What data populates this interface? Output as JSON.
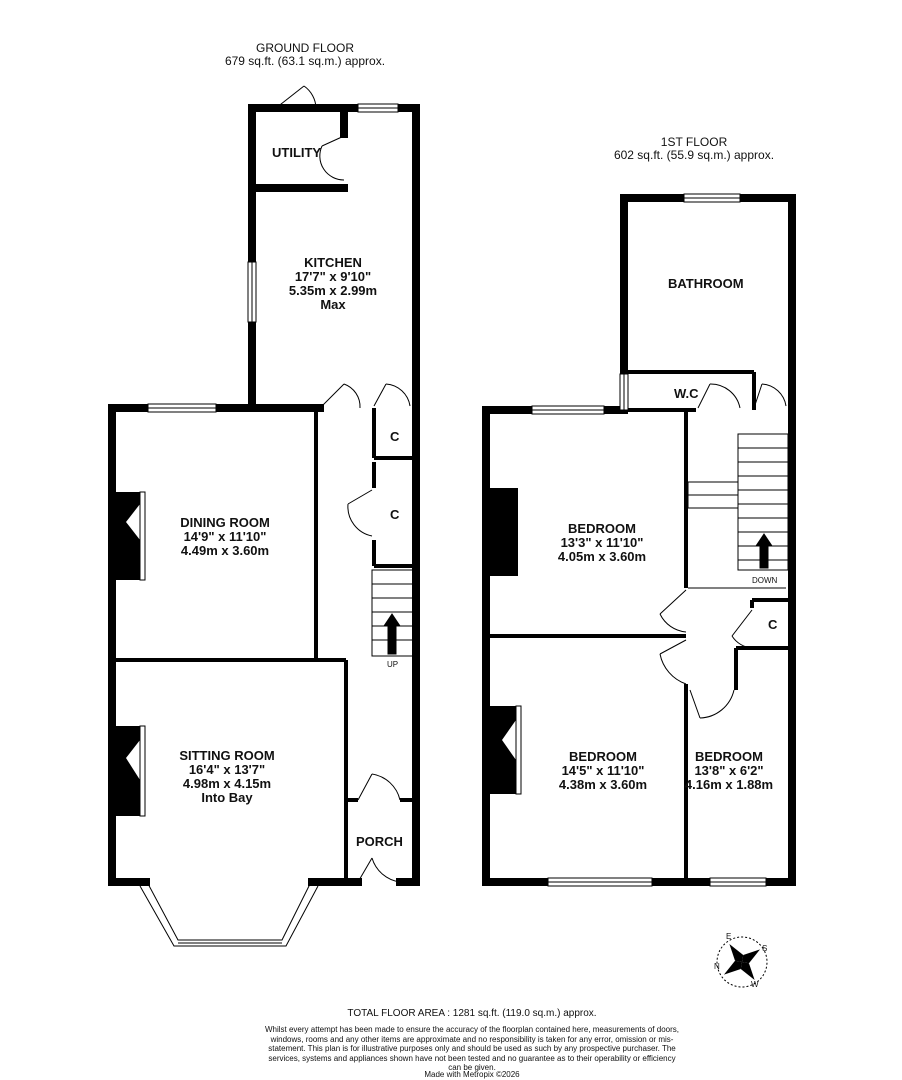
{
  "ground_floor": {
    "title": "GROUND FLOOR",
    "area": "679 sq.ft. (63.1 sq.m.) approx.",
    "rooms": {
      "utility": {
        "name": "UTILITY"
      },
      "kitchen": {
        "name": "KITCHEN",
        "imperial": "17'7\"  x 9'10\"",
        "metric": "5.35m  x 2.99m",
        "note": "Max"
      },
      "dining": {
        "name": "DINING ROOM",
        "imperial": "14'9\"  x 11'10\"",
        "metric": "4.49m  x 3.60m"
      },
      "sitting": {
        "name": "SITTING ROOM",
        "imperial": "16'4\"  x 13'7\"",
        "metric": "4.98m  x 4.15m",
        "note": "Into Bay"
      },
      "porch": {
        "name": "PORCH"
      },
      "cupboard1": {
        "name": "C"
      },
      "cupboard2": {
        "name": "C"
      }
    },
    "stairs_label": "UP"
  },
  "first_floor": {
    "title": "1ST FLOOR",
    "area": "602 sq.ft. (55.9 sq.m.) approx.",
    "rooms": {
      "bathroom": {
        "name": "BATHROOM"
      },
      "wc": {
        "name": "W.C"
      },
      "bedroom1": {
        "name": "BEDROOM",
        "imperial": "13'3\"  x 11'10\"",
        "metric": "4.05m  x 3.60m"
      },
      "bedroom2": {
        "name": "BEDROOM",
        "imperial": "14'5\"  x 11'10\"",
        "metric": "4.38m  x 3.60m"
      },
      "bedroom3": {
        "name": "BEDROOM",
        "imperial": "13'8\"  x 6'2\"",
        "metric": "4.16m  x 1.88m"
      },
      "cupboard": {
        "name": "C"
      }
    },
    "stairs_label": "DOWN"
  },
  "compass": {
    "letters": [
      "N",
      "E",
      "S",
      "W"
    ]
  },
  "footer": {
    "total": "TOTAL FLOOR AREA : 1281 sq.ft. (119.0 sq.m.) approx.",
    "disclaimer": "Whilst every attempt has been made to ensure the accuracy of the floorplan contained here, measurements of doors, windows, rooms and any other items are approximate and no responsibility is taken for any error, omission or mis-statement. This plan is for illustrative purposes only and should be used as such by any prospective purchaser. The services, systems and appliances shown have not been tested and no guarantee as to their operability or efficiency can be given.",
    "made_with": "Made with Metropix ©2026"
  }
}
